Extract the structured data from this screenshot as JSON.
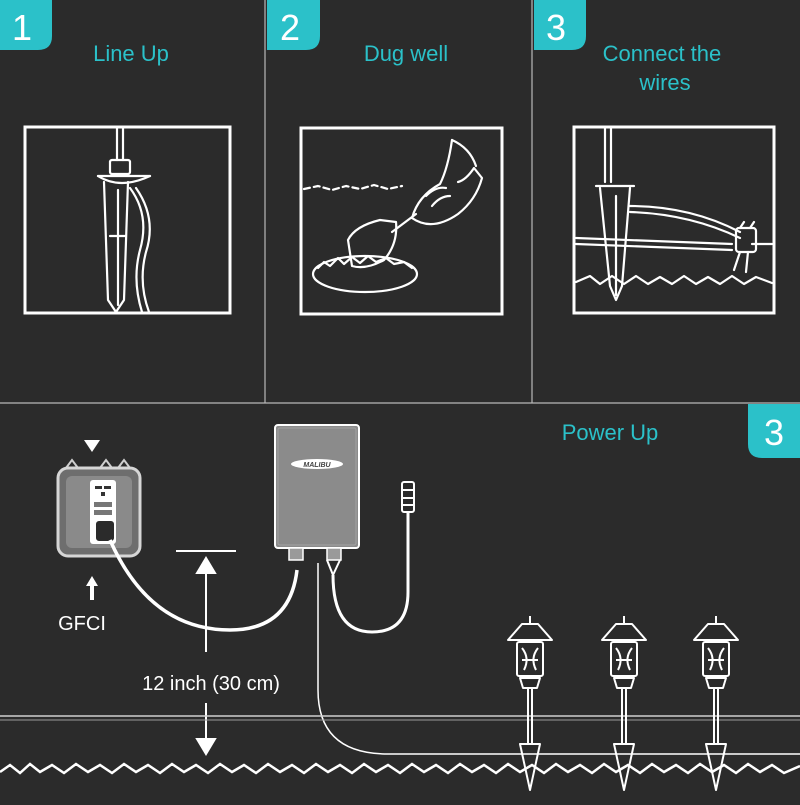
{
  "colors": {
    "background": "#2b2b2b",
    "accent": "#2bc1c9",
    "line": "#ffffff",
    "device": "#8b8b8b",
    "divider": "#b8b8b8"
  },
  "steps": [
    {
      "number": "1",
      "title_lines": [
        "Line Up"
      ]
    },
    {
      "number": "2",
      "title_lines": [
        "Dug well"
      ]
    },
    {
      "number": "3",
      "title_lines": [
        "Connect the",
        "wires"
      ]
    }
  ],
  "power": {
    "number": "3",
    "title": "Power Up",
    "brand": "MALIBU",
    "outlet_label": "GFCI",
    "height_label": "12 inch (30 cm)"
  },
  "icons": [
    "stake-spike-icon",
    "trowel-hand-icon",
    "wire-connector-icon",
    "gfci-outlet-icon",
    "transformer-icon",
    "path-light-icon"
  ]
}
